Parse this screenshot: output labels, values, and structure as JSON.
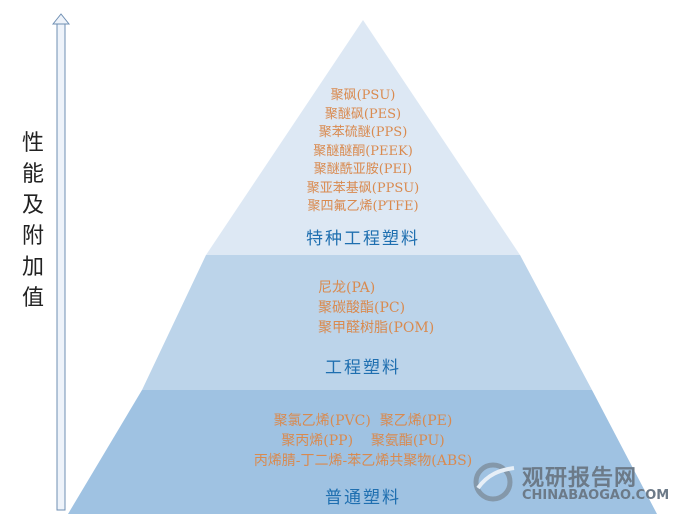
{
  "axis": {
    "label": "性\n能\n及\n附\n加\n值"
  },
  "colors": {
    "top_tier": "#dde8f4",
    "middle_tier": "#bcd4ea",
    "bottom_tier": "#9fc2e2",
    "item_text": "#d98a4f",
    "tier_title": "#1f6fb0"
  },
  "pyramid": {
    "top": {
      "items": [
        "聚砜(PSU)",
        "聚醚砜(PES)",
        "聚苯硫醚(PPS)",
        "聚醚醚酮(PEEK)",
        "聚醚酰亚胺(PEI)",
        "聚亚苯基砜(PPSU)",
        "聚四氟乙烯(PTFE)"
      ],
      "title": "特种工程塑料"
    },
    "middle": {
      "items": [
        "尼龙(PA)",
        "聚碳酸酯(PC)",
        "聚甲醛树脂(POM)"
      ],
      "title": "工程塑料"
    },
    "bottom": {
      "items": [
        "聚氯乙烯(PVC)  聚乙烯(PE)",
        "聚丙烯(PP)    聚氨酯(PU)",
        "丙烯腈-丁二烯-苯乙烯共聚物(ABS)"
      ],
      "title": "普通塑料"
    }
  },
  "watermark": {
    "name_cn": "观研报告网",
    "domain": "CHINABAOGAO.COM"
  }
}
